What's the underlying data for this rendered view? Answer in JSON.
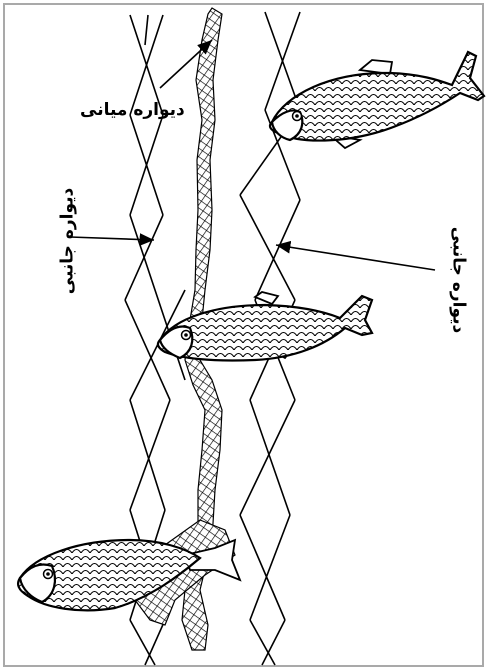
{
  "labels": {
    "middle_wall": "دیواره میانی",
    "side_wall_left": "دیواره جانبی",
    "side_wall_right": "دیواره جانبی"
  },
  "colors": {
    "background": "#ffffff",
    "ink": "#000000",
    "frame": "#a9a9a9"
  }
}
